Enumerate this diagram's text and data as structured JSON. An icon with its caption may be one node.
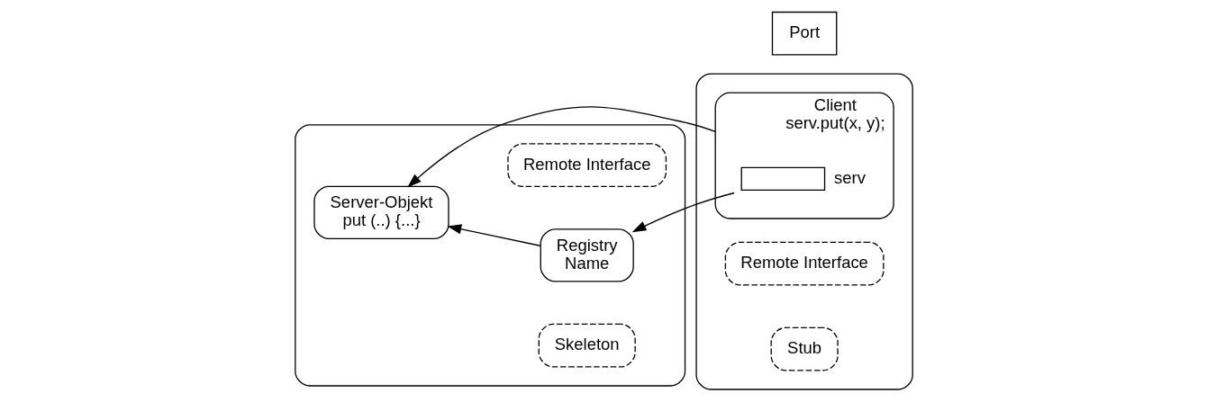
{
  "diagram": {
    "nodes": [
      {
        "text": [],
        "shape": "box"
      },
      {
        "text": [
          "Remote Interface"
        ],
        "in": 0
      },
      {
        "text": [
          "Server-Objekt",
          "put (..) {...}"
        ],
        "in": 0
      },
      {
        "text": [
          "Registry",
          "Name"
        ],
        "in": 0
      },
      {
        "text": [
          "Skeleton"
        ],
        "in": 0
      },
      {
        "text": [
          "Port"
        ]
      },
      {
        "text": [],
        "shape": "box"
      },
      {
        "text": [
          "Remote Interface"
        ],
        "in": 6
      },
      {
        "text": [
          "Client",
          "serv.put(x, y);"
        ],
        "in": 6
      },
      {
        "text": [],
        "shape": "box",
        "in": 8,
        "beside": [
          "serv"
        ]
      },
      {
        "text": [
          "Stub"
        ],
        "in": 6
      }
    ],
    "edges": [
      {
        "from": 3,
        "to": 2,
        "arrow": "to"
      },
      {
        "from": 9,
        "to": 3,
        "arrow": "to"
      },
      {
        "from": 8,
        "to": 2,
        "arrow": "to"
      }
    ]
  }
}
